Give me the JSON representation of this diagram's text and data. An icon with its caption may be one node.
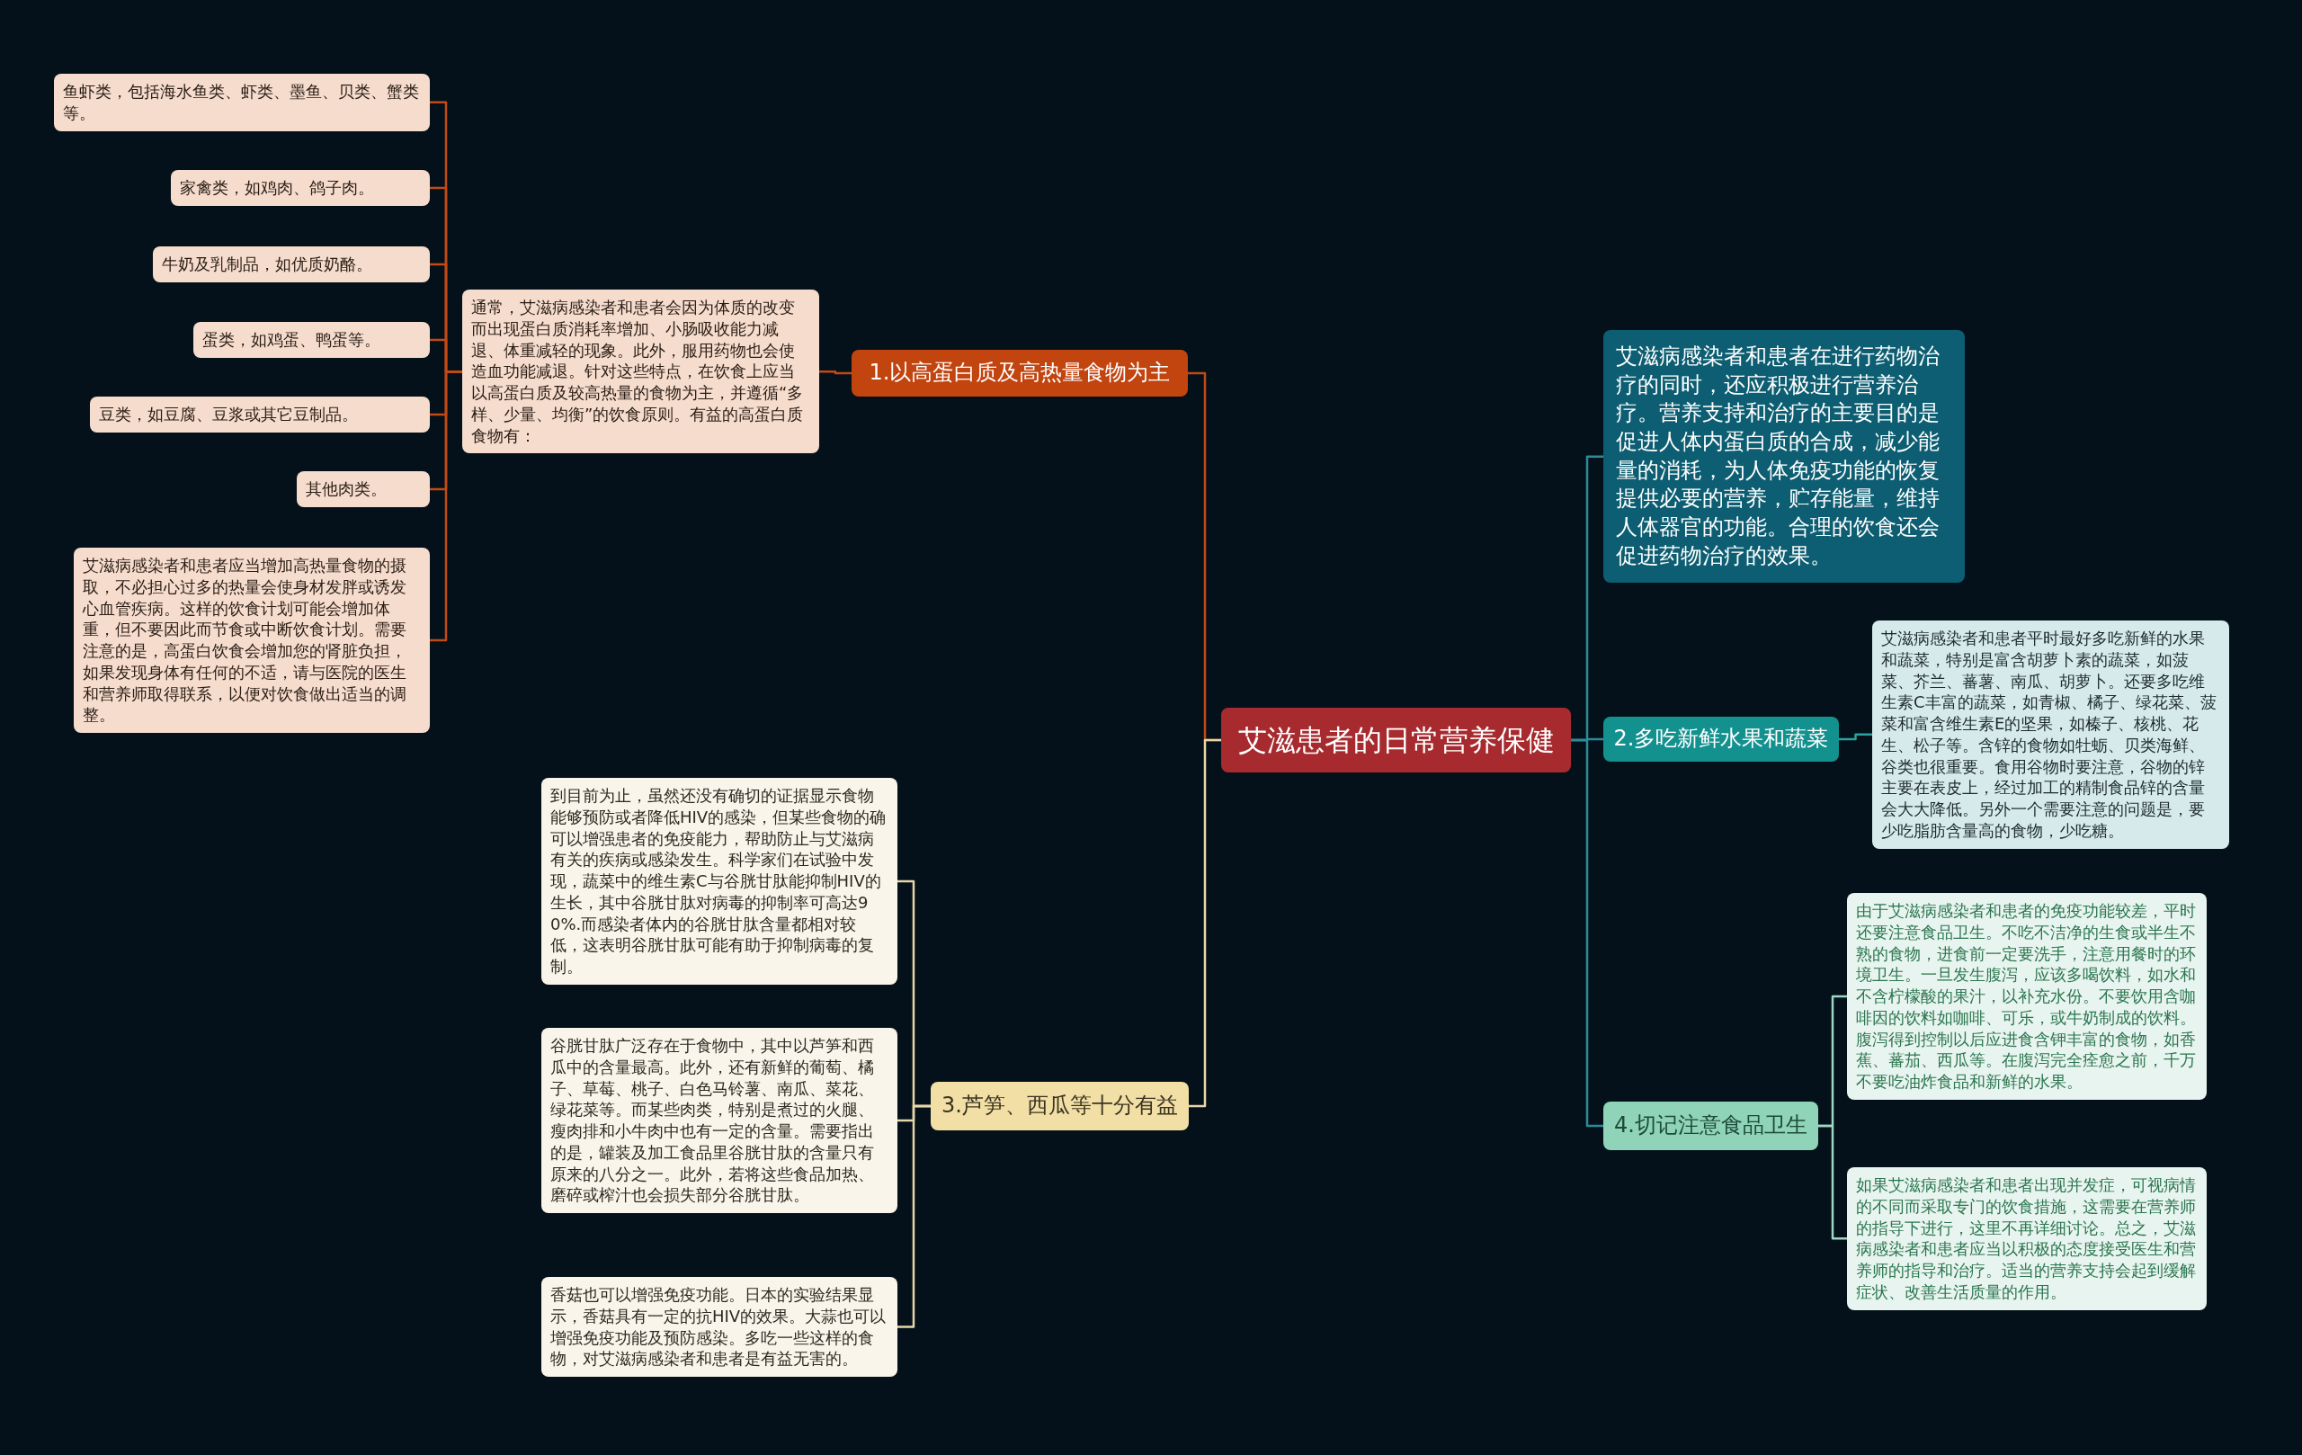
{
  "diagram": {
    "nodes": [
      {
        "text": [
          "艾滋患者的日常营养保健"
        ]
      },
      {
        "text": [
          "1.以高蛋白质及高热量食物为主"
        ]
      },
      {
        "text": [
          "通常，艾滋病感染者和患者会因为体质的改变而出现蛋白质消耗率增加、小肠吸收能力减退、体重减轻的现象。此外，服用药物也会使造血功能减退。针对这些特点，在饮食上应当以高蛋白质及较高热量的食物为主，并遵循“多样、少量、均衡”的饮食原则。有益的高蛋白质食物有："
        ]
      },
      {
        "text": [
          "鱼虾类，包括海水鱼类、虾类、墨鱼、贝类、蟹类等。"
        ]
      },
      {
        "text": [
          "家禽类，如鸡肉、鸽子肉。"
        ]
      },
      {
        "text": [
          "牛奶及乳制品，如优质奶酪。"
        ]
      },
      {
        "text": [
          "蛋类，如鸡蛋、鸭蛋等。"
        ]
      },
      {
        "text": [
          "豆类，如豆腐、豆浆或其它豆制品。"
        ]
      },
      {
        "text": [
          "其他肉类。"
        ]
      },
      {
        "text": [
          "艾滋病感染者和患者应当增加高热量食物的摄取，不必担心过多的热量会使身材发胖或诱发心血管疾病。这样的饮食计划可能会增加体重，但不要因此而节食或中断饮食计划。需要注意的是，高蛋白饮食会增加您的肾脏负担，如果发现身体有任何的不适，请与医院的医生和营养师取得联系，以便对饮食做出适当的调整。"
        ]
      },
      {
        "text": [
          "3.芦笋、西瓜等十分有益"
        ]
      },
      {
        "text": [
          "到目前为止，虽然还没有确切的证据显示食物能够预防或者降低HIV的感染，但某些食物的确可以增强患者的免疫能力，帮助防止与艾滋病有关的疾病或感染发生。科学家们在试验中发现，蔬菜中的维生素C与谷胱甘肽能抑制HIV的生长，其中谷胱甘肽对病毒的抑制率可高达90%.而感染者体内的谷胱甘肽含量都相对较低，这表明谷胱甘肽可能有助于抑制病毒的复制。"
        ]
      },
      {
        "text": [
          "谷胱甘肽广泛存在于食物中，其中以芦笋和西瓜中的含量最高。此外，还有新鲜的葡萄、橘子、草莓、桃子、白色马铃薯、南瓜、菜花、绿花菜等。而某些肉类，特别是煮过的火腿、瘦肉排和小牛肉中也有一定的含量。需要指出的是，罐装及加工食品里谷胱甘肽的含量只有原来的八分之一。此外，若将这些食品加热、磨碎或榨汁也会损失部分谷胱甘肽。"
        ]
      },
      {
        "text": [
          "香菇也可以增强免疫功能。日本的实验结果显示，香菇具有一定的抗HIV的效果。大蒜也可以增强免疫功能及预防感染。多吃一些这样的食物，对艾滋病感染者和患者是有益无害的。"
        ]
      },
      {
        "text": [
          "艾滋病感染者和患者在进行药物治疗的同时，还应积极进行营养治疗。营养支持和治疗的主要目的是促进人体内蛋白质的合成，减少能量的消耗，为人体免疫功能的恢复提供必要的营养，贮存能量，维持人体器官的功能。合理的饮食还会促进药物治疗的效果。"
        ]
      },
      {
        "text": [
          "2.多吃新鲜水果和蔬菜"
        ]
      },
      {
        "text": [
          "艾滋病感染者和患者平时最好多吃新鲜的水果和蔬菜，特别是富含胡萝卜素的蔬菜，如菠菜、芥兰、蕃薯、南瓜、胡萝卜。还要多吃维生素C丰富的蔬菜，如青椒、橘子、绿花菜、菠菜和富含维生素E的坚果，如榛子、核桃、花生、松子等。含锌的食物如牡蛎、贝类海鲜、谷类也很重要。食用谷物时要注意，谷物的锌主要在表皮上，经过加工的精制食品锌的含量会大大降低。另外一个需要注意的问题是，要少吃脂肪含量高的食物，少吃糖。"
        ]
      },
      {
        "text": [
          "4.切记注意食品卫生"
        ]
      },
      {
        "text": [
          "由于艾滋病感染者和患者的免疫功能较差，平时还要注意食品卫生。不吃不洁净的生食或半生不熟的食物，进食前一定要洗手，注意用餐时的环境卫生。一旦发生腹泻，应该多喝饮料，如水和不含柠檬酸的果汁，以补充水份。不要饮用含咖啡因的饮料如咖啡、可乐，或牛奶制成的饮料。腹泻得到控制以后应进食含钾丰富的食物，如香蕉、蕃茄、西瓜等。在腹泻完全痊愈之前，千万不要吃油炸食品和新鲜的水果。"
        ]
      },
      {
        "text": [
          "如果艾滋病感染者和患者出现并发症，可视病情的不同而采取专门的饮食措施，这需要在营养师的指导下进行，这里不再详细讨论。总之，艾滋病感染者和患者应当以积极的态度接受医生和营养师的指导和治疗。适当的营养支持会起到缓解症状、改善生活质量的作用。"
        ]
      }
    ],
    "edges": [
      {
        "from": 0,
        "to": 1,
        "arrow": "none",
        "color": "#c24a14"
      },
      {
        "from": 1,
        "to": 2,
        "arrow": "none",
        "color": "#c24a14"
      },
      {
        "from": 2,
        "to": 3,
        "arrow": "none",
        "color": "#c24a14"
      },
      {
        "from": 2,
        "to": 4,
        "arrow": "none",
        "color": "#c24a14"
      },
      {
        "from": 2,
        "to": 5,
        "arrow": "none",
        "color": "#c24a14"
      },
      {
        "from": 2,
        "to": 6,
        "arrow": "none",
        "color": "#c24a14"
      },
      {
        "from": 2,
        "to": 7,
        "arrow": "none",
        "color": "#c24a14"
      },
      {
        "from": 2,
        "to": 8,
        "arrow": "none",
        "color": "#c24a14"
      },
      {
        "from": 2,
        "to": 9,
        "arrow": "none",
        "color": "#c24a14"
      },
      {
        "from": 0,
        "to": 10,
        "arrow": "none",
        "color": "#e8d7a8"
      },
      {
        "from": 10,
        "to": 11,
        "arrow": "none",
        "color": "#e8d7a8"
      },
      {
        "from": 10,
        "to": 12,
        "arrow": "none",
        "color": "#e8d7a8"
      },
      {
        "from": 10,
        "to": 13,
        "arrow": "none",
        "color": "#e8d7a8"
      },
      {
        "from": 0,
        "to": 14,
        "arrow": "none",
        "color": "#2b8c98"
      },
      {
        "from": 0,
        "to": 15,
        "arrow": "none",
        "color": "#2b8c98"
      },
      {
        "from": 15,
        "to": 16,
        "arrow": "none",
        "color": "#2aa3a0"
      },
      {
        "from": 0,
        "to": 17,
        "arrow": "none",
        "color": "#2b8c98"
      },
      {
        "from": 17,
        "to": 18,
        "arrow": "none",
        "color": "#9fd8c2"
      },
      {
        "from": 17,
        "to": 19,
        "arrow": "none",
        "color": "#9fd8c2"
      }
    ]
  }
}
